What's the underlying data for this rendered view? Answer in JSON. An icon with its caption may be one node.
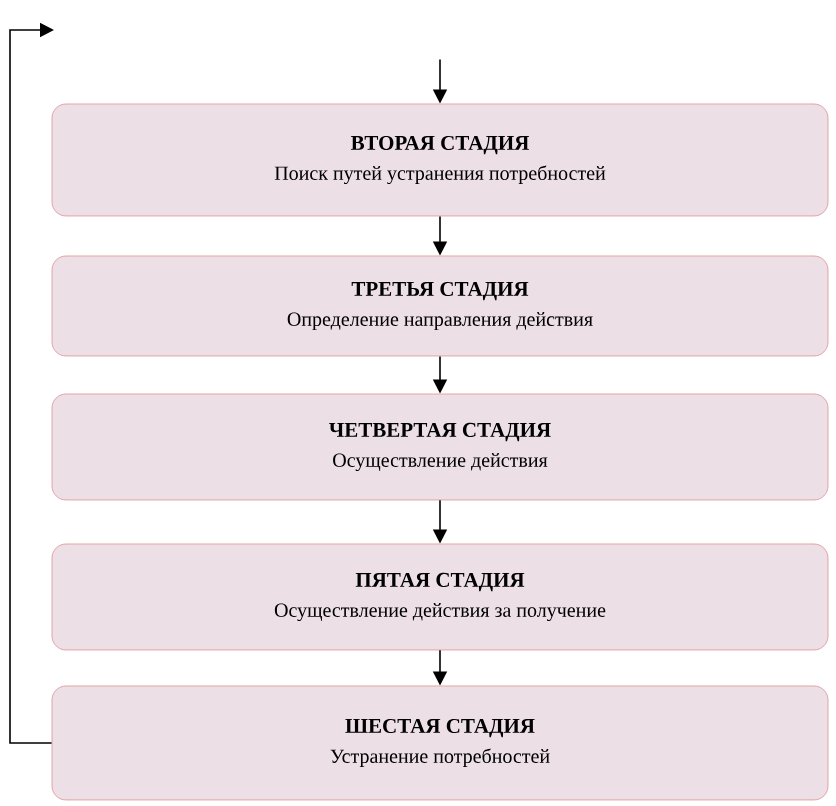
{
  "diagram": {
    "nodes": [
      {
        "text": [
          "ВТОРАЯ СТАДИЯ",
          "Поиск путей устранения потребностей"
        ]
      },
      {
        "text": [
          "ТРЕТЬЯ СТАДИЯ",
          "Определение направления действия"
        ]
      },
      {
        "text": [
          "ЧЕТВЕРТАЯ СТАДИЯ",
          "Осуществление действия"
        ]
      },
      {
        "text": [
          "ПЯТАЯ СТАДИЯ",
          "Осуществление действия за получение"
        ]
      },
      {
        "text": [
          "ШЕСТАЯ СТАДИЯ",
          "Устранение потребностей"
        ]
      }
    ],
    "edges": [
      {
        "from": null,
        "to": 0,
        "arrow": "to"
      },
      {
        "from": 0,
        "to": 1,
        "arrow": "to"
      },
      {
        "from": 1,
        "to": 2,
        "arrow": "to"
      },
      {
        "from": 2,
        "to": 3,
        "arrow": "to"
      },
      {
        "from": 3,
        "to": 4,
        "arrow": "to"
      },
      {
        "from": 4,
        "to": null,
        "arrow": "to"
      }
    ]
  }
}
